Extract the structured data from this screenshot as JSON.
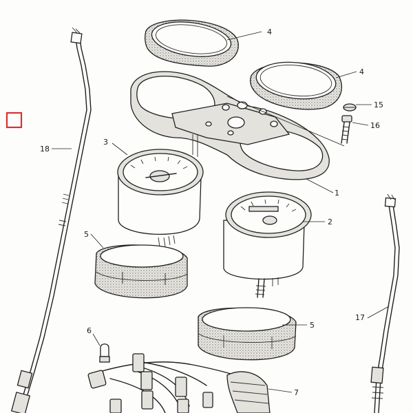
{
  "diagram": {
    "labels": {
      "p1": "1",
      "p2": "2",
      "p3": "3",
      "p4a": "4",
      "p4b": "4",
      "p5a": "5",
      "p5b": "5",
      "p6": "6",
      "p7": "7",
      "p15": "15",
      "p16": "16",
      "p17": "17",
      "p18": "18"
    },
    "marker_color": "#d93030"
  }
}
